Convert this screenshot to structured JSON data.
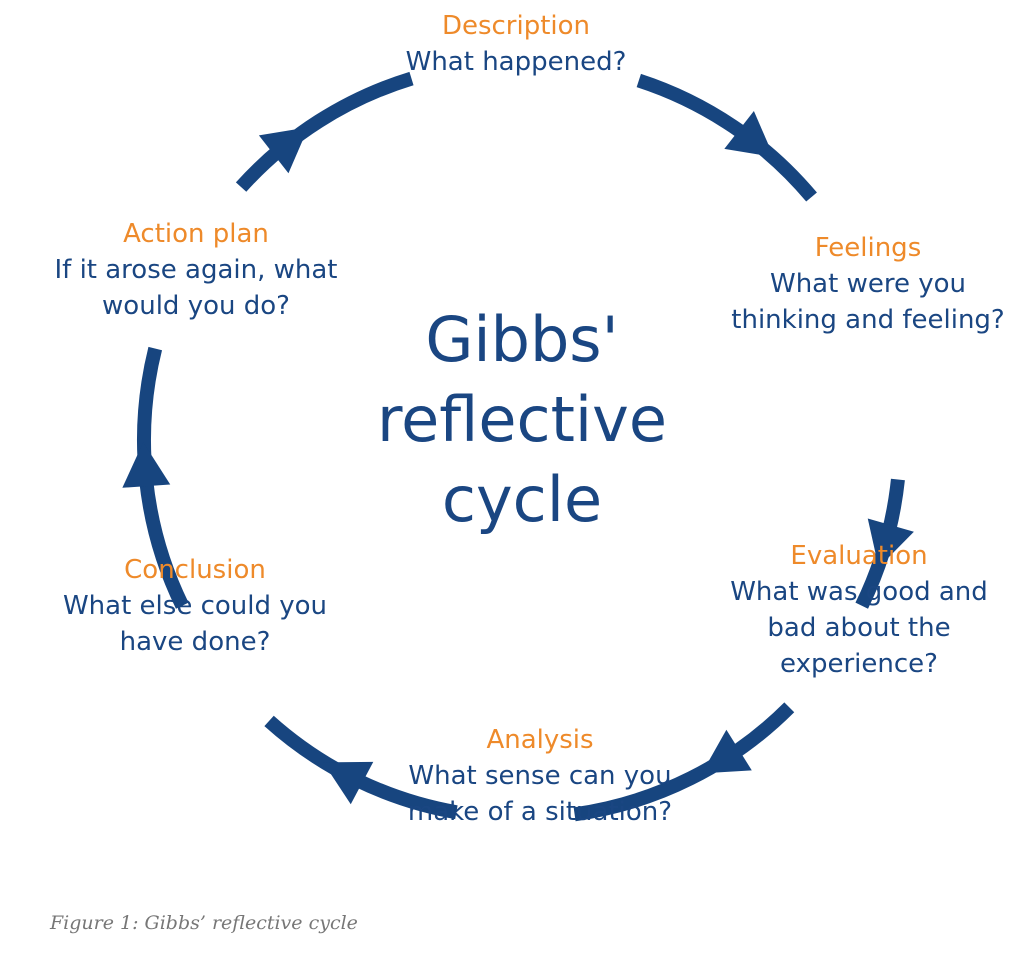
{
  "diagram": {
    "title": "Gibbs'\nreflective\ncycle",
    "colors": {
      "stage": "#ee8a2a",
      "question": "#1a4682",
      "arrow": "#17457f"
    },
    "stages": [
      {
        "id": "description",
        "stage": "Description",
        "question": "What happened?"
      },
      {
        "id": "feelings",
        "stage": "Feelings",
        "question": "What were you\nthinking and feeling?"
      },
      {
        "id": "evaluation",
        "stage": "Evaluation",
        "question": "What was good and\nbad about the\nexperience?"
      },
      {
        "id": "analysis",
        "stage": "Analysis",
        "question": "What sense can you\nmake of a situation?"
      },
      {
        "id": "conclusion",
        "stage": "Conclusion",
        "question": "What else could you\nhave done?"
      },
      {
        "id": "action-plan",
        "stage": "Action plan",
        "question": "If it arose again, what\nwould you do?"
      }
    ],
    "flow": "clockwise"
  },
  "caption": "Figure 1: Gibbs’ reflective cycle"
}
